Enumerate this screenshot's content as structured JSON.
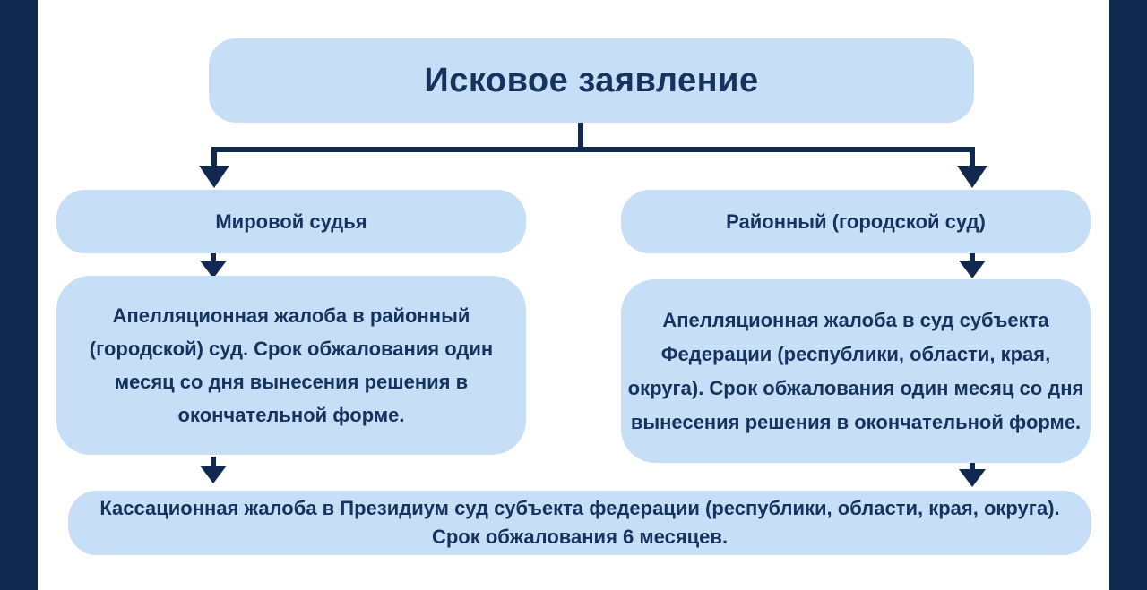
{
  "colors": {
    "frame_navy": "#12294F",
    "box_fill": "#C7DFF6",
    "text_navy": "#16335F",
    "background": "#FFFFFF"
  },
  "diagram": {
    "type": "flowchart",
    "root": {
      "label": "Исковое заявление"
    },
    "left_branch": {
      "court": "Мировой судья",
      "appeal": "Апелляционная жалоба в районный (городской) суд. Срок обжалования один месяц со дня вынесения решения в окончательной форме."
    },
    "right_branch": {
      "court": "Районный (городской суд)",
      "appeal": "Апелляционная жалоба в суд субъекта Федерации (республики, области, края, округа). Срок обжалования один месяц со дня вынесения решения в окончательной форме."
    },
    "cassation": "Кассационная жалоба в Президиум суд субъекта федерации (республики, области, края, округа). Срок обжалования 6 месяцев."
  }
}
